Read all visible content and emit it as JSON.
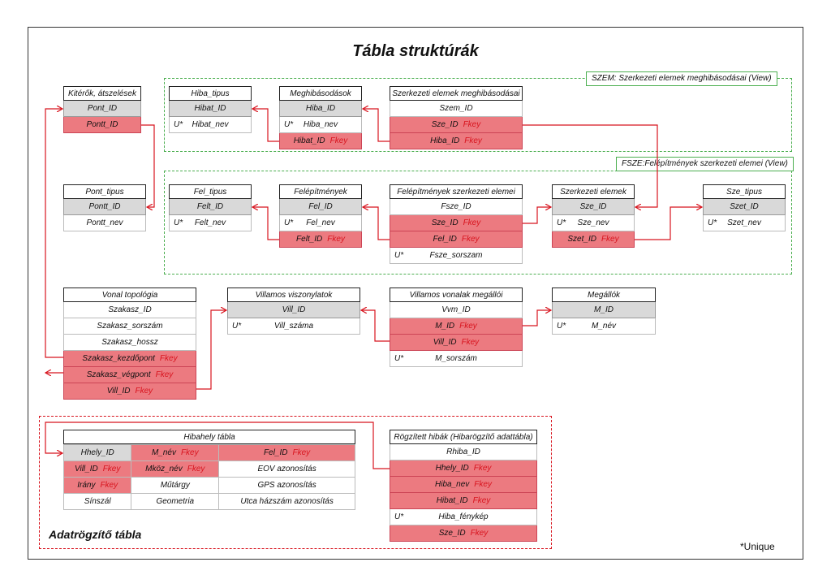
{
  "title": "Tábla struktúrák",
  "views": {
    "szem": "SZEM: Szerkezeti elemek meghibásodásai (View)",
    "fsze": "FSZE:Felépítmények szerkezeti elemei (View)"
  },
  "adat_label": "Adatrögzítő tábla",
  "unique_note": "*Unique",
  "fkey": "Fkey",
  "u": "U*",
  "tables": {
    "kiterok": {
      "title": "Kitérők, átszelések",
      "rows": [
        "Pont_ID",
        "Pontt_ID"
      ]
    },
    "hiba_tipus": {
      "title": "Hiba_tipus",
      "rows": [
        "Hibat_ID",
        "Hibat_nev"
      ]
    },
    "meghibasodasok": {
      "title": "Meghibásodások",
      "rows": [
        "Hiba_ID",
        "Hiba_nev",
        "Hibat_ID"
      ]
    },
    "szerk_megh": {
      "title": "Szerkezeti elemek meghibásodásai",
      "rows": [
        "Szem_ID",
        "Sze_ID",
        "Hiba_ID"
      ]
    },
    "pont_tipus": {
      "title": "Pont_tipus",
      "rows": [
        "Pontt_ID",
        "Pontt_nev"
      ]
    },
    "fel_tipus": {
      "title": "Fel_tipus",
      "rows": [
        "Felt_ID",
        "Felt_nev"
      ]
    },
    "felepitmenyek": {
      "title": "Felépítmények",
      "rows": [
        "Fel_ID",
        "Fel_nev",
        "Felt_ID"
      ]
    },
    "fel_szerk": {
      "title": "Felépítmények szerkezeti elemei",
      "rows": [
        "Fsze_ID",
        "Sze_ID",
        "Fel_ID",
        "Fsze_sorszam"
      ]
    },
    "szerk_elemek": {
      "title": "Szerkezeti elemek",
      "rows": [
        "Sze_ID",
        "Sze_nev",
        "Szet_ID"
      ]
    },
    "sze_tipus": {
      "title": "Sze_tipus",
      "rows": [
        "Szet_ID",
        "Szet_nev"
      ]
    },
    "vonal_topologia": {
      "title": "Vonal topológia",
      "rows": [
        "Szakasz_ID",
        "Szakasz_sorszám",
        "Szakasz_hossz",
        "Szakasz_kezdőpont",
        "Szakasz_végpont",
        "Vill_ID"
      ]
    },
    "villamos_visz": {
      "title": "Villamos viszonylatok",
      "rows": [
        "Vill_ID",
        "Vill_száma"
      ]
    },
    "villamos_megallo": {
      "title": "Villamos vonalak megállói",
      "rows": [
        "Vvm_ID",
        "M_ID",
        "Vill_ID",
        "M_sorszám"
      ]
    },
    "megallok": {
      "title": "Megállók",
      "rows": [
        "M_ID",
        "M_név"
      ]
    },
    "hibahely": {
      "title": "Hibahely tábla",
      "grid": [
        [
          "Hhely_ID",
          "M_név",
          "Fel_ID"
        ],
        [
          "Vill_ID",
          "Mköz_név",
          "EOV azonosítás"
        ],
        [
          "Irány",
          "Műtárgy",
          "GPS azonosítás"
        ],
        [
          "Sínszál",
          "Geometria",
          "Utca házszám azonosítás"
        ]
      ]
    },
    "rogzitett": {
      "title": "Rögzített hibák (Hibarögzítő adattábla)",
      "rows": [
        "Rhiba_ID",
        "Hhely_ID",
        "Hiba_nev",
        "Hibat_ID",
        "Hiba_fénykép",
        "Sze_ID"
      ]
    }
  }
}
